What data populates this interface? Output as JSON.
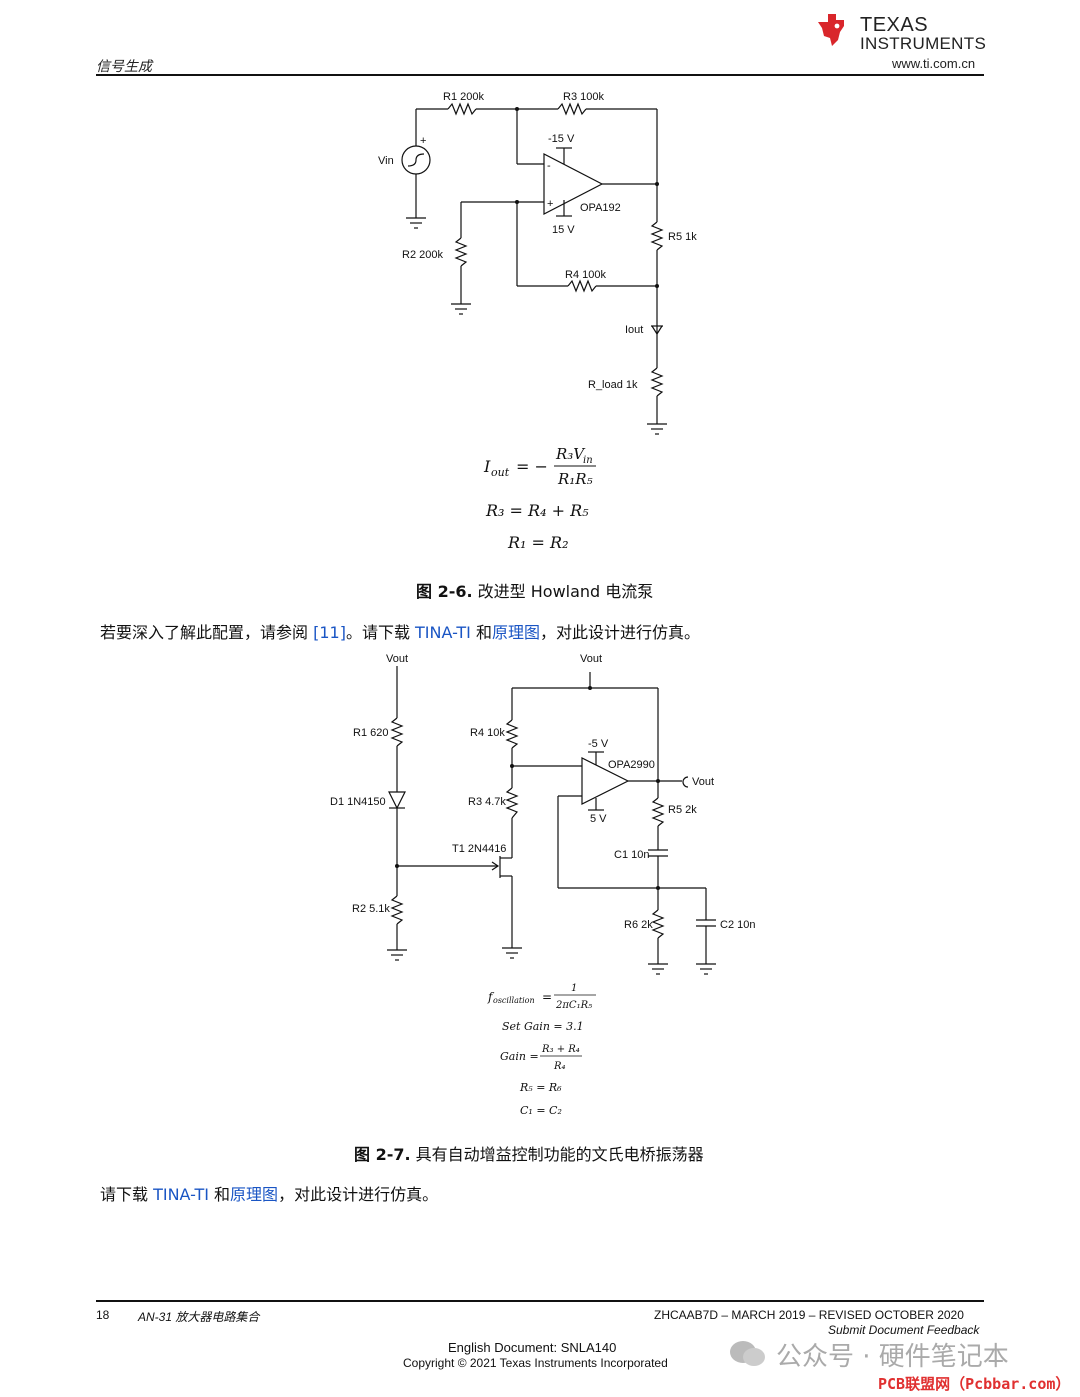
{
  "header": {
    "section_title": "信号生成",
    "brand_line1": "TEXAS",
    "brand_line2": "INSTRUMENTS",
    "url": "www.ti.com.cn"
  },
  "figure1": {
    "labels": {
      "r1": "R1 200k",
      "r3": "R3 100k",
      "neg15": "-15 V",
      "vin": "Vin",
      "plus": "+",
      "minus": "-",
      "opamp": "OPA192",
      "pos15": "15 V",
      "r5": "R5 1k",
      "r2": "R2 200k",
      "r4": "R4 100k",
      "iout": "Iout",
      "rload": "R_load 1k"
    },
    "equations": {
      "eq1_lhs": "I",
      "eq1_lhs_sub": "out",
      "eq1_eq": "= −",
      "eq1_num": "R₃V",
      "eq1_num_sub": "in",
      "eq1_den": "R₁R₅",
      "eq2": "R₃ = R₄ + R₅",
      "eq3": "R₁ = R₂"
    },
    "caption_prefix": "图 2-6.",
    "caption_text": "改进型 Howland 电流泵"
  },
  "paragraph1": {
    "text_a": "若要深入了解此配置，请参阅 ",
    "ref": "[11]",
    "text_b": "。请下载 ",
    "link1": "TINA-TI",
    "text_c": " 和",
    "link2": "原理图",
    "text_d": "，对此设计进行仿真。"
  },
  "figure2": {
    "labels": {
      "vout_top_left": "Vout",
      "vout_top_mid": "Vout",
      "r1": "R1 620",
      "r4": "R4 10k",
      "neg5": "-5 V",
      "opamp": "OPA2990",
      "vout_out": "Vout",
      "d1": "D1 1N4150",
      "r3": "R3 4.7k",
      "pos5": "5 V",
      "r5": "R5 2k",
      "t1": "T1 2N4416",
      "c1": "C1 10n",
      "r2": "R2 5.1k",
      "r6": "R6 2k",
      "c2": "C2 10n"
    },
    "equations": {
      "eq1_lhs": "f",
      "eq1_lhs_sub": "oscillation",
      "eq1_eq": "=",
      "eq1_num": "1",
      "eq1_den": "2πC₁R₅",
      "eq2": "Set Gain = 3.1",
      "eq3_lhs": "Gain =",
      "eq3_num": "R₃ + R₄",
      "eq3_den": "R₄",
      "eq4": "R₅ = R₆",
      "eq5": "C₁ = C₂"
    },
    "caption_prefix": "图 2-7.",
    "caption_text": "具有自动增益控制功能的文氏电桥振荡器"
  },
  "paragraph2": {
    "text_a": "请下载 ",
    "link1": "TINA-TI",
    "text_b": " 和",
    "link2": "原理图",
    "text_c": "，对此设计进行仿真。"
  },
  "footer": {
    "page_number": "18",
    "doc_title": "AN-31 放大器电路集合",
    "doc_id": "ZHCAAB7D – MARCH 2019 – REVISED OCTOBER 2020",
    "feedback_link": "Submit Document Feedback",
    "english_doc": "English Document: SNLA140",
    "copyright": "Copyright © 2021 Texas Instruments Incorporated"
  },
  "overlay": {
    "watermark": "公众号 · 硬件笔记本",
    "site_tag": "PCB联盟网（Pcbbar.com）"
  },
  "colors": {
    "link": "#1a55c4",
    "ti_red": "#d9262b"
  }
}
